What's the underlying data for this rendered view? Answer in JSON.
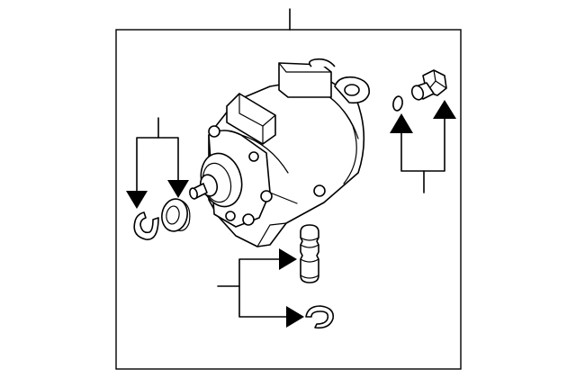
{
  "diagram": {
    "background": "#ffffff",
    "line_color": "#000000",
    "parts": [
      "ac-compressor",
      "snap-ring",
      "seal-ring",
      "o-ring",
      "relief-valve",
      "pressure-valve",
      "retaining-clip"
    ]
  }
}
